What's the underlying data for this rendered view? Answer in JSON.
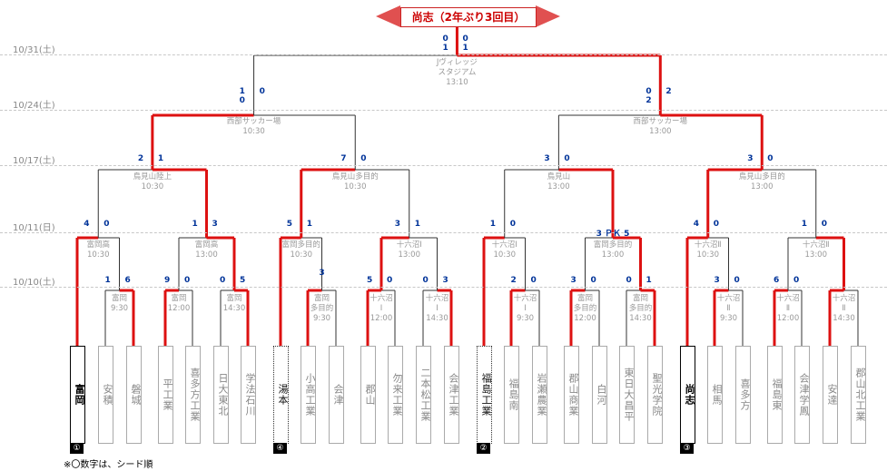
{
  "title": "尚志（2年ぶり3回目）",
  "note": "※〇数字は、シード順",
  "dates": [
    "10/31(土)",
    "10/24(土)",
    "10/17(土)",
    "10/11(日)",
    "10/10(土)"
  ],
  "teams": [
    "富岡",
    "安積",
    "磐城",
    "平工業",
    "喜多方工業",
    "日大東北",
    "学法石川",
    "湯本",
    "小高工業",
    "会津",
    "郡山",
    "勿来工業",
    "二本松工業",
    "会津工業",
    "福島工業",
    "福島南",
    "岩瀬農業",
    "郡山商業",
    "白河",
    "東日大昌平",
    "聖光学院",
    "尚志",
    "相馬",
    "喜多方",
    "福島東",
    "会津学鳳",
    "安達",
    "郡山北工業"
  ],
  "seeds": [
    "①",
    "④",
    "②",
    "③"
  ],
  "venues": {
    "final": "Jヴィレッジ\nスタジアム\n13:10",
    "sf_left": "西部サッカー場\n10:30",
    "sf_right": "西部サッカー場\n13:00",
    "qf1": "鳥見山陸上\n10:30",
    "qf2": "鳥見山多目的\n10:30",
    "qf3": "鳥見山\n13:00",
    "qf4": "鳥見山多目的\n13:00",
    "r16_1": "富岡高\n10:30",
    "r16_2": "富岡高\n13:00",
    "r16_3": "富岡多目的\n10:30",
    "r16_4": "十六沼Ⅰ\n13:00",
    "r16_5": "十六沼Ⅰ\n10:30",
    "r16_6": "富岡多目的\n13:00",
    "r16_7": "十六沼Ⅱ\n10:30",
    "r16_8": "十六沼Ⅱ\n13:00",
    "r1_1": "富岡\n9:30",
    "r1_2": "富岡\n12:00",
    "r1_3": "富岡\n14:30",
    "r1_4": "富岡\n多目的\n9:30",
    "r1_5": "十六沼\nⅠ\n12:00",
    "r1_6": "十六沼\nⅠ\n14:30",
    "r1_7": "十六沼\nⅠ\n9:30",
    "r1_8": "富岡\n多目的\n12:00",
    "r1_9": "富岡\n多目的\n14:30",
    "r1_10": "十六沼\nⅡ\n9:30",
    "r1_11": "十六沼\nⅡ\n12:00",
    "r1_12": "十六沼\nⅡ\n14:30"
  },
  "scores": {
    "final": [
      "0",
      "1",
      "0",
      "1"
    ],
    "sf_l": [
      "1",
      "0",
      "0"
    ],
    "sf_r": [
      "0",
      "2",
      "2"
    ],
    "qf1": [
      "2",
      "1"
    ],
    "qf2": [
      "7",
      "0"
    ],
    "qf3": [
      "3",
      "0"
    ],
    "qf4": [
      "3",
      "0"
    ],
    "r16_1": [
      "4",
      "0"
    ],
    "r16_2": [
      "1",
      "3"
    ],
    "r16_3": [
      "5",
      "1"
    ],
    "r16_4": [
      "3",
      "1"
    ],
    "r16_5": [
      "1",
      "0"
    ],
    "r16_6": [
      "3 ＰＫ 5"
    ],
    "r16_7": [
      "4",
      "0"
    ],
    "r16_8": [
      "1",
      "0"
    ],
    "r1_1": [
      "1",
      "6"
    ],
    "r1_2": [
      "9",
      "0"
    ],
    "r1_3": [
      "0",
      "5"
    ],
    "r1_4": [
      "3"
    ],
    "r1_5": [
      "5",
      "0"
    ],
    "r1_6": [
      "0",
      "3"
    ],
    "r1_7": [
      "2",
      "0"
    ],
    "r1_8": [
      "3",
      "0"
    ],
    "r1_9": [
      "0",
      "1"
    ],
    "r1_10": [
      "3",
      "0"
    ],
    "r1_11": [
      "6",
      "0"
    ]
  }
}
